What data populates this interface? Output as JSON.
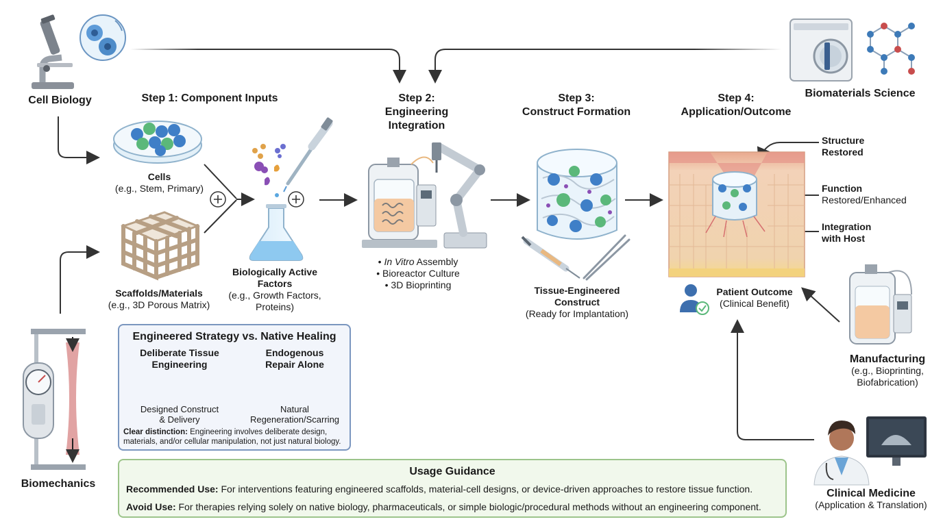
{
  "disciplines": {
    "cell_biology": "Cell Biology",
    "biomaterials": "Biomaterials Science",
    "biomechanics": "Biomechanics",
    "manufacturing_title": "Manufacturing",
    "manufacturing_sub1": "(e.g., Bioprinting,",
    "manufacturing_sub2": "Biofabrication)",
    "clinical_title": "Clinical Medicine",
    "clinical_sub": "(Application & Translation)"
  },
  "step1": {
    "heading": "Step 1: Component Inputs",
    "cells_title": "Cells",
    "cells_sub": "(e.g., Stem, Primary)",
    "scaffolds_title": "Scaffolds/Materials",
    "scaffolds_sub": "(e.g., 3D Porous Matrix)",
    "factors_title1": "Biologically Active",
    "factors_title2": "Factors",
    "factors_sub1": "(e.g., Growth Factors,",
    "factors_sub2": "Proteins)"
  },
  "step2": {
    "heading1": "Step 2:",
    "heading2": "Engineering",
    "heading3": "Integration",
    "bullet1_italic": "In Vitro",
    "bullet1_rest": " Assembly",
    "bullet2": "Bioreactor Culture",
    "bullet3": "3D Bioprinting"
  },
  "step3": {
    "heading1": "Step 3:",
    "heading2": "Construct Formation",
    "title1": "Tissue-Engineered",
    "title2": "Construct",
    "sub": "(Ready for Implantation)"
  },
  "step4": {
    "heading1": "Step 4:",
    "heading2": "Application/Outcome",
    "structure1": "Structure",
    "structure2": "Restored",
    "function1": "Function",
    "function2": "Restored/Enhanced",
    "integration1": "Integration",
    "integration2": "with Host",
    "patient_title": "Patient Outcome",
    "patient_sub": "(Clinical Benefit)"
  },
  "strategy": {
    "title": "Engineered Strategy vs. Native Healing",
    "left_title1": "Deliberate Tissue",
    "left_title2": "Engineering",
    "right_title1": "Endogenous",
    "right_title2": "Repair Alone",
    "left_caption1": "Designed Construct",
    "left_caption2": "& Delivery",
    "right_caption1": "Natural",
    "right_caption2": "Regeneration/Scarring",
    "distinction_label": "Clear distinction:",
    "distinction_text1": " Engineering involves deliberate design,",
    "distinction_text2": "materials, and/or cellular manipulation, not just natural biology."
  },
  "guidance": {
    "title": "Usage Guidance",
    "recommended_label": "Recommended Use:",
    "recommended_text": " For interventions featuring engineered scaffolds, material-cell designs, or device-driven approaches to restore tissue function.",
    "avoid_label": "Avoid Use:",
    "avoid_text": " For therapies relying solely on native biology, pharmaceuticals, or simple biologic/procedural methods without an engineering component."
  },
  "icons": [
    "microscope-icon",
    "cells-magnified-icon",
    "incubator-icon",
    "molecule-icon",
    "tensile-tester-icon",
    "bioreactor-icon",
    "doctor-icon",
    "ultrasound-monitor-icon",
    "petri-dish-icon",
    "scaffold-icon",
    "pipette-icon",
    "flask-icon",
    "robot-arm-icon",
    "construct-cylinder-icon",
    "syringe-icon",
    "tweezers-icon",
    "tissue-block-icon",
    "patient-check-icon"
  ],
  "colors": {
    "arrow": "#333333",
    "strategy_border": "#7a96bf",
    "guidance_border": "#9cc48a",
    "tissue": "#f0c9a8",
    "cell_blue": "#3f7fc7",
    "cell_green": "#5bb87a"
  }
}
